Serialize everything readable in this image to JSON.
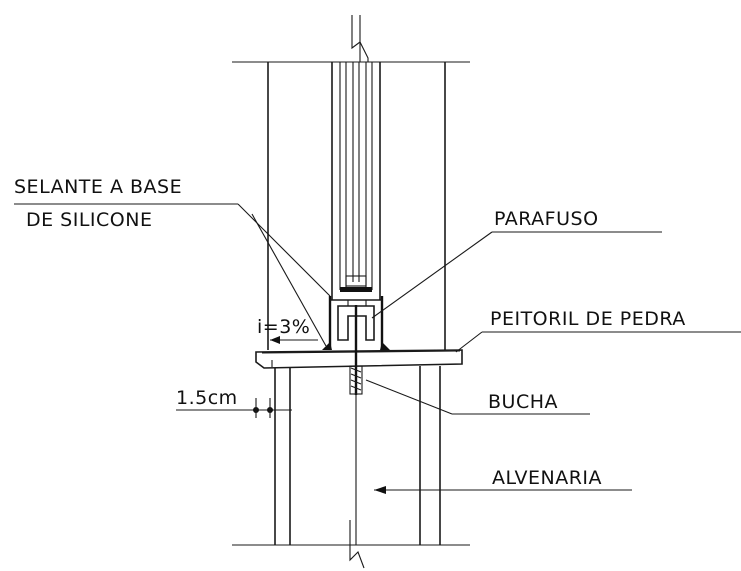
{
  "labels": {
    "sealant_line1": "SELANTE A BASE",
    "sealant_line2": "DE SILICONE",
    "screw": "PARAFUSO",
    "sill": "PEITORIL DE PEDRA",
    "slope": "i=3%",
    "dimension": "1.5cm",
    "anchor": "BUCHA",
    "masonry": "ALVENARIA"
  },
  "colors": {
    "line": "#1a1a1a",
    "background": "#ffffff"
  }
}
